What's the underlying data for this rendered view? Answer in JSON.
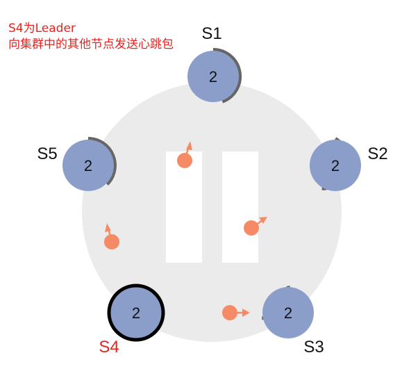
{
  "annotation": {
    "line1": "S4为Leader",
    "line2": "向集群中的其他节点发送心跳包"
  },
  "nodes": [
    {
      "id": "S1",
      "label": "S1",
      "term": "2",
      "role": "follower"
    },
    {
      "id": "S2",
      "label": "S2",
      "term": "2",
      "role": "follower"
    },
    {
      "id": "S3",
      "label": "S3",
      "term": "2",
      "role": "follower"
    },
    {
      "id": "S4",
      "label": "S4",
      "term": "2",
      "role": "leader"
    },
    {
      "id": "S5",
      "label": "S5",
      "term": "2",
      "role": "follower"
    }
  ],
  "heartbeats": [
    {
      "target": "S1"
    },
    {
      "target": "S2"
    },
    {
      "target": "S3"
    },
    {
      "target": "S5"
    }
  ],
  "colors": {
    "annotation": "#e8231f",
    "leader_label": "#e8231f",
    "node_fill": "#8b9dc9",
    "node_ring": "#666666",
    "leader_border": "#000000",
    "message": "#f58b66",
    "background_circle": "#ebebeb",
    "pause_bars": "#ffffff"
  },
  "icons": {
    "pause": "pause-icon"
  }
}
